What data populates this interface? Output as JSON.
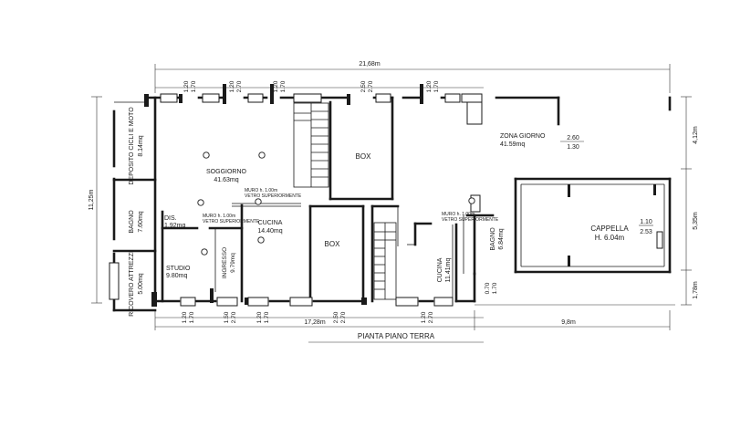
{
  "title": "PIANTA PIANO TERRA",
  "dimensions": {
    "overall_width": "21,68m",
    "overall_depth": "11,25m",
    "left_block_width": "17,28m",
    "right_block_width": "9,8m",
    "right_top_depth": "4,12m",
    "right_mid_depth": "5,35m",
    "right_bottom_depth": "1,78m"
  },
  "window_dims_top": [
    "1.20",
    "1.70",
    "1.20",
    "2.70",
    "1.20",
    "1.70",
    "2.50",
    "2.70",
    "1.20",
    "1.70"
  ],
  "window_dims_bottom": [
    "1.20",
    "1.70",
    "1.50",
    "2.70",
    "1.20",
    "1.70",
    "2.50",
    "2.70",
    "1.20",
    "2.70"
  ],
  "window_dims_side": [
    "0.70",
    "1.70"
  ],
  "zona_window_dims": [
    "2.60",
    "1.30"
  ],
  "cappella_window_dims": [
    "1.10",
    "2.53"
  ],
  "rooms": {
    "deposito": {
      "label": "DEPOSITO CICLI E MOTO",
      "area": "8.14mq"
    },
    "bagno_left": {
      "label": "BAGNO",
      "area": "7.60mq"
    },
    "ricovero": {
      "label": "RICOVERO ATTREZZI",
      "area": "5.00mq"
    },
    "soggiorno": {
      "label": "SOGGIORNO",
      "area": "41.63mq"
    },
    "dis": {
      "label": "DIS.",
      "area": "1.92mq"
    },
    "studio": {
      "label": "STUDIO",
      "area": "9.80mq"
    },
    "ingresso": {
      "label": "INGRESSO",
      "area": "9.79mq"
    },
    "cucina_main": {
      "label": "CUCINA",
      "area": "14.40mq"
    },
    "box_top": {
      "label": "BOX"
    },
    "box_bottom": {
      "label": "BOX"
    },
    "cucina_small": {
      "label": "CUCINA",
      "area": "11.41mq"
    },
    "bagno_right": {
      "label": "BAGNO",
      "area": "6.84mq"
    },
    "zona_giorno": {
      "label": "ZONA GIORNO",
      "area": "41.59mq"
    },
    "cappella": {
      "label": "CAPPELLA",
      "height": "H. 6.04m"
    }
  },
  "notes": {
    "muro_1": {
      "line1": "MURO h. 1.00m",
      "line2": "VETRO SUPERIORMENTE"
    },
    "muro_2": {
      "line1": "MURO h. 1.00m",
      "line2": "VETRO SUPERIORMENTE"
    },
    "muro_3": {
      "line1": "MURO h. 1.00m",
      "line2": "VETRO SUPERIORMENTE"
    }
  }
}
